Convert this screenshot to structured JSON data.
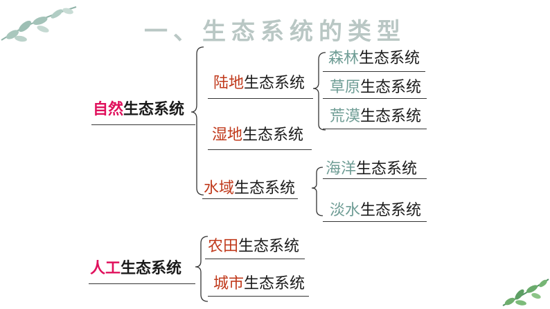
{
  "title": "一、生态系统的类型",
  "colors": {
    "title": "#b9c7c4",
    "accent_pink": "#e0105c",
    "accent_red": "#c0391b",
    "accent_teal": "#6f9d95",
    "text": "#1a1a1a"
  },
  "decorations": [
    "leaf-sprig-top-left",
    "leaf-sprig-bottom-right"
  ],
  "nodes": {
    "natural": {
      "accent": "自然",
      "rest": "生态系统"
    },
    "artificial": {
      "accent": "人工",
      "rest": "生态系统"
    },
    "land": {
      "accent": "陆地",
      "rest": "生态系统"
    },
    "wetland": {
      "accent": "湿地",
      "rest": "生态系统"
    },
    "water": {
      "accent": "水域",
      "rest": "生态系统"
    },
    "forest": {
      "accent": "森林",
      "rest": "生态系统"
    },
    "grassland": {
      "accent": "草原",
      "rest": "生态系统"
    },
    "desert": {
      "accent": "荒漠",
      "rest": "生态系统"
    },
    "ocean": {
      "accent": "海洋",
      "rest": "生态系统"
    },
    "freshwater": {
      "accent": "淡水",
      "rest": "生态系统"
    },
    "farmland": {
      "accent": "农田",
      "rest": "生态系统"
    },
    "urban": {
      "accent": "城市",
      "rest": "生态系统"
    }
  }
}
